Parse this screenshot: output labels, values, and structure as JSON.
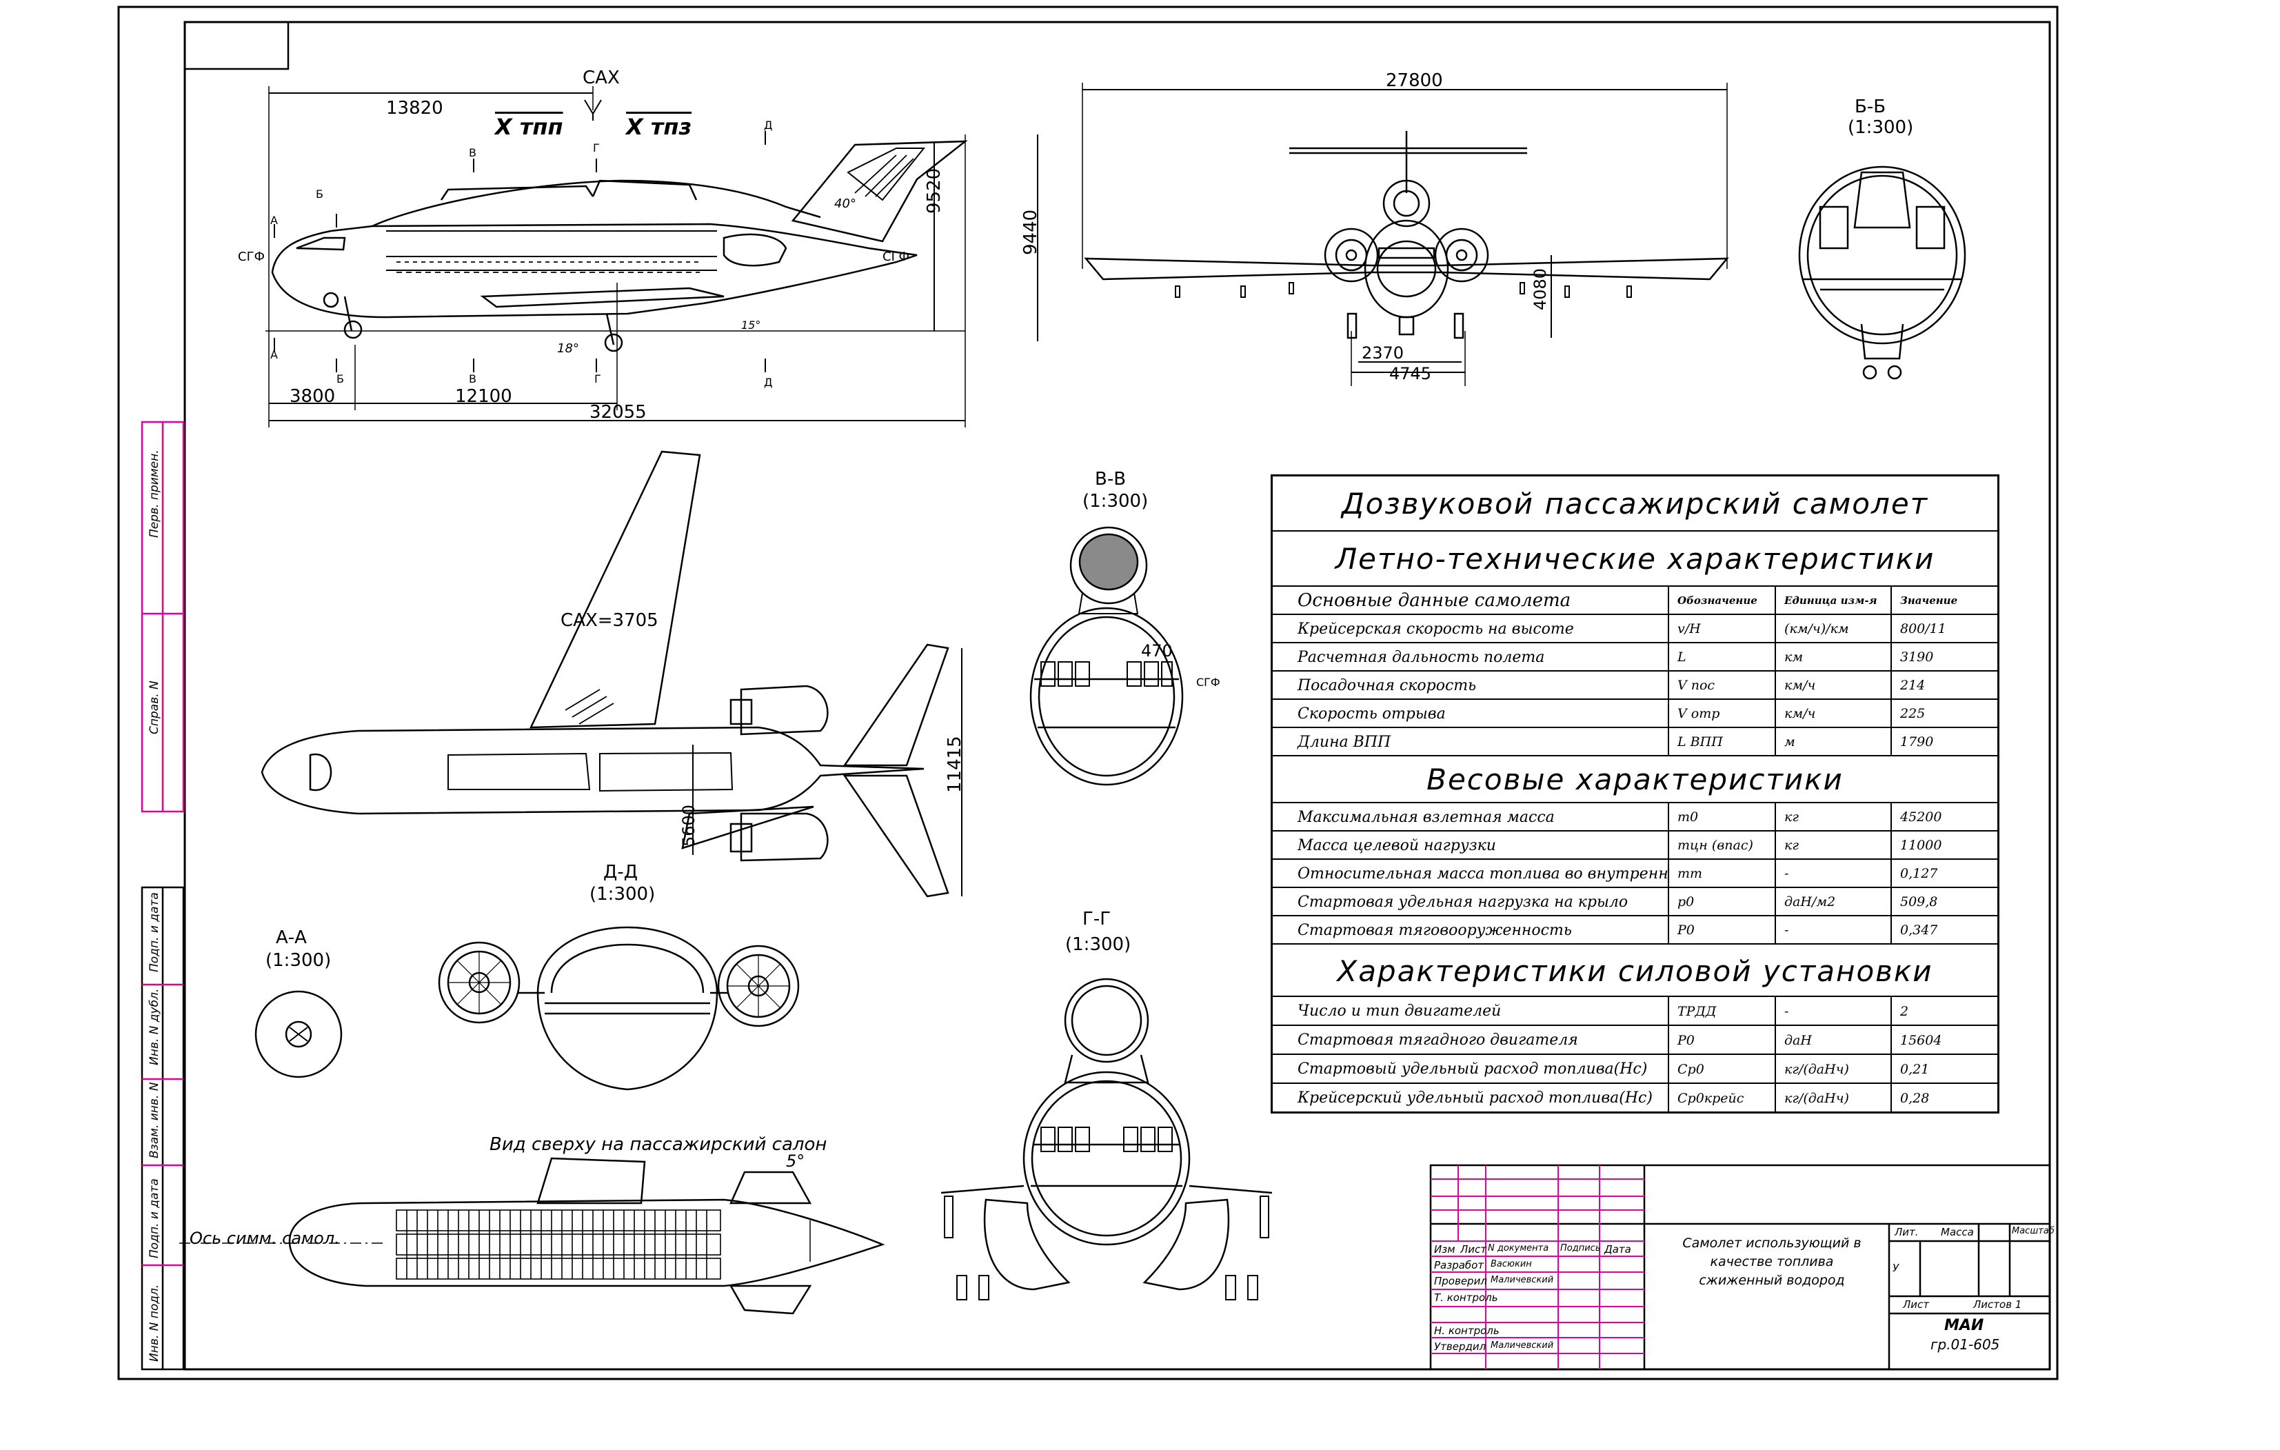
{
  "colors": {
    "line": "#000000",
    "magenta": "#e0009c",
    "fill_grey": "#9a9a9a"
  },
  "side_view": {
    "dims": {
      "overall_length": "32055",
      "nose_to_sax": "13820",
      "nose_to_wing": "3800",
      "cabin": "12100",
      "height": "9520"
    },
    "labels": {
      "sax": "САХ",
      "x_tpp": "Х тпп",
      "x_tpz": "Х тпз",
      "sgf": "СГФ",
      "sgf2": "СГФ",
      "angle_tail": "40°",
      "angle_ground": "18°",
      "angle_small": "15°",
      "sec_a": "А",
      "sec_a2": "А",
      "sec_b": "Б",
      "sec_b2": "Б",
      "sec_v": "В",
      "sec_v2": "В",
      "sec_g": "Г",
      "sec_g2": "Г",
      "sec_d": "Д",
      "sec_d2": "Д"
    }
  },
  "front_view": {
    "dims": {
      "span": "27800",
      "height": "9440",
      "gear_track": "4745",
      "gear_inner": "2370",
      "fuselage_h": "4080"
    }
  },
  "section_bb": {
    "title": "Б-Б",
    "scale": "(1:300)"
  },
  "section_vv": {
    "title": "В-В",
    "scale": "(1:300)",
    "dim": "470",
    "sgf": "СГФ"
  },
  "top_view": {
    "sax": "САХ=3705",
    "dims": {
      "length": "11415",
      "engines": "5600"
    }
  },
  "section_dd": {
    "title": "Д-Д",
    "scale": "(1:300)"
  },
  "section_aa": {
    "title": "А-А",
    "scale": "(1:300)"
  },
  "section_gg": {
    "title": "Г-Г",
    "scale": "(1:300)"
  },
  "cabin_view": {
    "title": "Вид сверху на пассажирский салон",
    "axis": "Ось симм. самол.",
    "angle": "5°"
  },
  "spec_table": {
    "title": "Дозвуковой пассажирский самолет",
    "section1": "Летно-технические характеристики",
    "col_headers": [
      "Основные данные самолета",
      "Обозначение",
      "Единица изм-я",
      "Значение"
    ],
    "rows1": [
      [
        "Крейсерская скорость на высоте",
        "v/H",
        "(км/ч)/км",
        "800/11"
      ],
      [
        "Расчетная дальность полета",
        "L",
        "км",
        "3190"
      ],
      [
        "Посадочная скорость",
        "V пос",
        "км/ч",
        "214"
      ],
      [
        "Скорость отрыва",
        "V отр",
        "км/ч",
        "225"
      ],
      [
        "Длина ВПП",
        "L ВПП",
        "м",
        "1790"
      ]
    ],
    "section2": "Весовые характеристики",
    "rows2": [
      [
        "Максимальная взлетная масса",
        "m0",
        "кг",
        "45200"
      ],
      [
        "Масса целевой нагрузки",
        "mцн (впас)",
        "кг",
        "11000"
      ],
      [
        "Относительная масса топлива во внутренних баках",
        "mт",
        "-",
        "0,127"
      ],
      [
        "Стартовая удельная нагрузка на крыло",
        "p0",
        "даН/м2",
        "509,8"
      ],
      [
        "Стартовая тяговооруженность",
        "P0",
        "-",
        "0,347"
      ]
    ],
    "section3": "Характеристики силовой установки",
    "rows3": [
      [
        "Число и тип двигателей",
        "ТРДД",
        "-",
        "2"
      ],
      [
        "Стартовая тягадного двигателя",
        "P0",
        "даН",
        "15604"
      ],
      [
        "Стартовый удельный расход топлива(Hс)",
        "Cp0",
        "кг/(даНч)",
        "0,21"
      ],
      [
        "Крейсерский удельный расход топлива(Hс)",
        "Cp0крейс",
        "кг/(даНч)",
        "0,28"
      ]
    ]
  },
  "side_columns": [
    "Перв. примен.",
    "Справ. N",
    "Подп. и дата",
    "Инв. N дубл.",
    "Взам. инв. N",
    "Подп. и дата",
    "Инв. N подл."
  ],
  "title_block": {
    "headers": [
      "Изм",
      "Лист",
      "N документа",
      "Подпись",
      "Дата"
    ],
    "rows": [
      [
        "Разработ",
        "Васюкин"
      ],
      [
        "Проверил",
        "Маличевский"
      ],
      [
        "Т. контроль",
        ""
      ],
      [
        "",
        ""
      ],
      [
        "Н. контроль",
        ""
      ],
      [
        "Утвердил",
        "Маличевский"
      ]
    ],
    "description": "Самолет использующий в качестве топлива сжиженный водород",
    "lit": "Лит.",
    "mass": "Масса",
    "scale": "Масштаб",
    "lit_val": "У",
    "sheet": "Лист",
    "sheets": "Листов 1",
    "org": "МАИ",
    "group": "гр.01-605"
  }
}
